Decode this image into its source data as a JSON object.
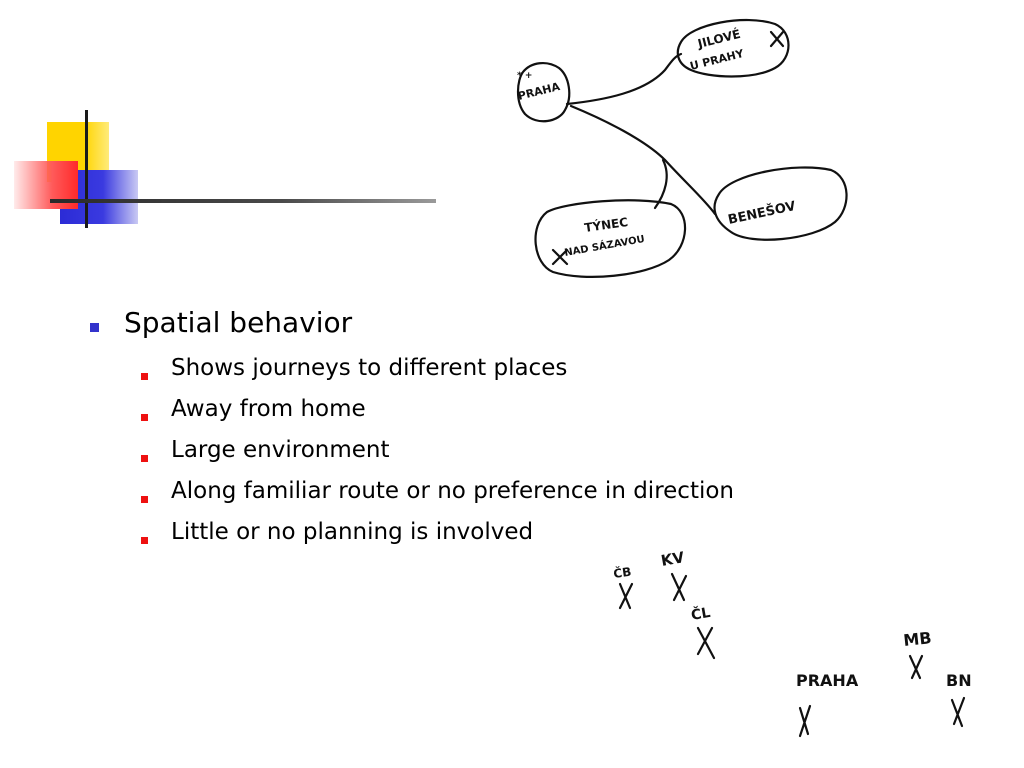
{
  "bullet_main": "Spatial behavior",
  "sub_bullets": [
    "Shows journeys to different places",
    "Away from home",
    "Large environment",
    "Along familiar route or no preference in direction",
    "Little or no planning is involved"
  ],
  "sketch_top": {
    "node_praha": "PRAHA",
    "node_jilove_1": "JILOVÉ",
    "node_jilove_2": "U PRAHY",
    "node_tynec_1": "TÝNEC",
    "node_tynec_2": "NAD SÁZAVOU",
    "node_benesov": "BENEŠOV"
  },
  "sketch_bottom": {
    "label_cb": "ČB",
    "label_kv": "KV",
    "label_cl": "ČL",
    "label_mb": "MB",
    "label_praha": "PRAHA",
    "label_bn": "BN"
  },
  "colors": {
    "main_bullet": "#3333cc",
    "sub_bullet": "#ee1111",
    "deco_yellow": "#ffd400",
    "deco_blue": "#2b2bd6",
    "deco_red": "#ff2a2a"
  }
}
